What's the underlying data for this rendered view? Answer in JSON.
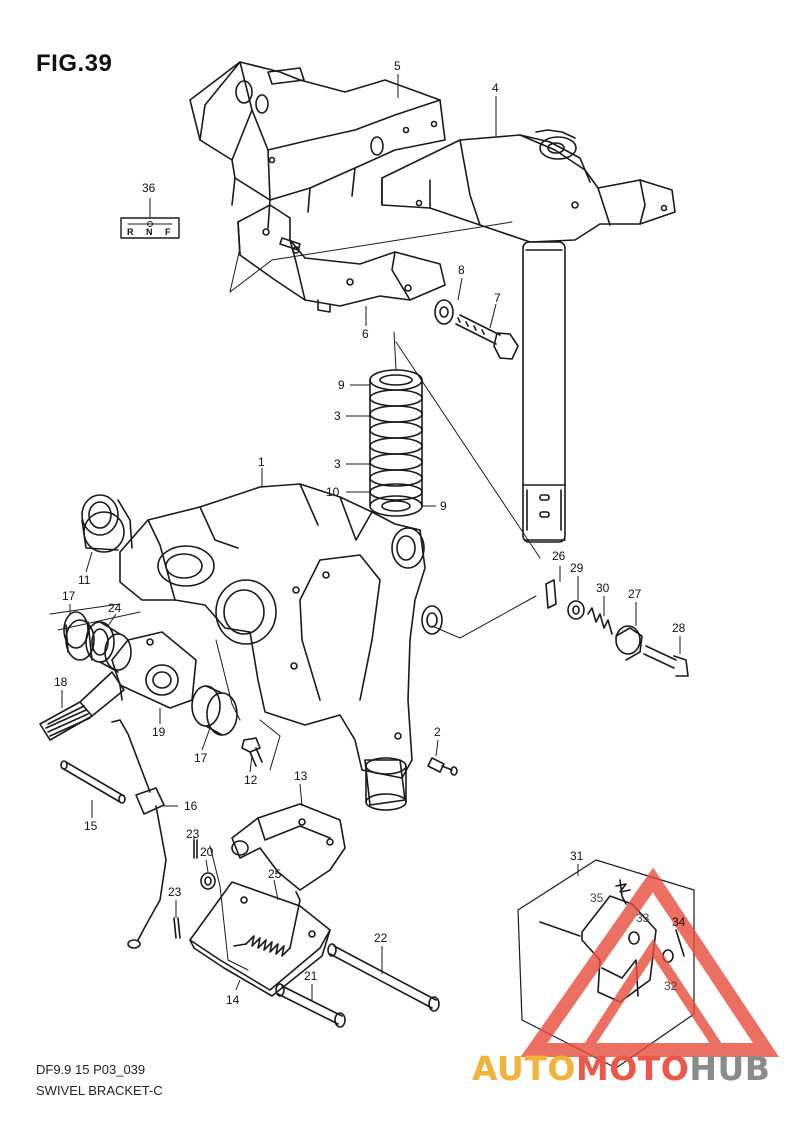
{
  "figure": {
    "title": "FIG.39",
    "code": "DF9.9 15 P03_039",
    "description": "SWIVEL BRACKET-C"
  },
  "watermark": {
    "part1": "AUTO",
    "part2": "MOTO",
    "part3": "HUB",
    "colors": {
      "part1": "#f2b33a",
      "part2": "#ed5648",
      "part3": "#8b8b8b",
      "triangle": "#e74c3c"
    }
  },
  "decal_label": {
    "r": "R",
    "n": "N",
    "f": "F"
  },
  "callouts": {
    "c1": "1",
    "c2": "2",
    "c3a": "3",
    "c3b": "3",
    "c4": "4",
    "c5": "5",
    "c6": "6",
    "c7": "7",
    "c8": "8",
    "c9a": "9",
    "c9b": "9",
    "c10": "10",
    "c11": "11",
    "c12": "12",
    "c13": "13",
    "c14": "14",
    "c15": "15",
    "c16": "16",
    "c17a": "17",
    "c17b": "17",
    "c18": "18",
    "c19": "19",
    "c20": "20",
    "c21": "21",
    "c22": "22",
    "c23a": "23",
    "c23b": "23",
    "c24": "24",
    "c25": "25",
    "c26": "26",
    "c27": "27",
    "c28": "28",
    "c29": "29",
    "c30": "30",
    "c31": "31",
    "c32": "32",
    "c33": "33",
    "c34": "34",
    "c35": "35",
    "c36": "36"
  }
}
